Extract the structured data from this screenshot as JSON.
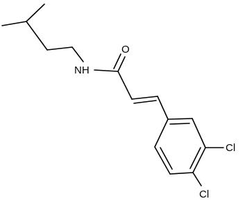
{
  "molecule": {
    "colors": {
      "bond": "#000000",
      "label": "#000000",
      "background": "#ffffff"
    },
    "atoms": [
      {
        "id": "o",
        "label": "O"
      },
      {
        "id": "n",
        "label": "NH"
      },
      {
        "id": "cl1",
        "label": "Cl"
      },
      {
        "id": "cl2",
        "label": "Cl"
      }
    ]
  }
}
